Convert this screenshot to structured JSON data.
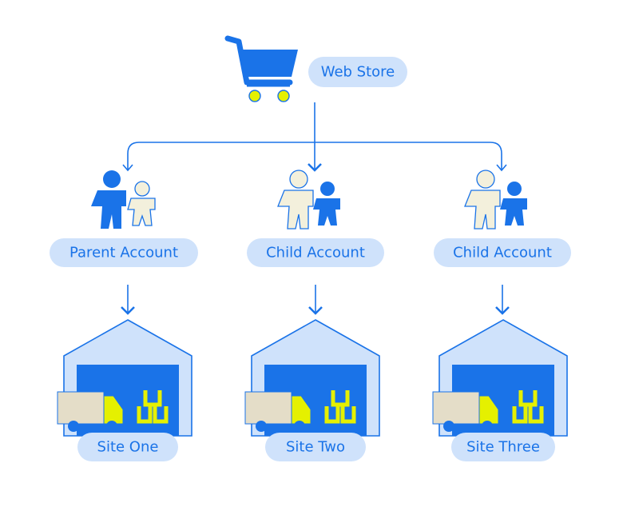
{
  "colors": {
    "primary": "#1a73e8",
    "pill": "#cfe2fb",
    "light_figure": "#f3f0dc",
    "accent_yellow": "#e5f000",
    "truck_body": "#e4ddc8",
    "warehouse_fill": "#cfe2fb",
    "warehouse_door": "#1a73e8"
  },
  "web_store": {
    "label": "Web Store",
    "icon": "shopping-cart-icon"
  },
  "accounts": [
    {
      "label": "Parent Account",
      "icon": "people-icon"
    },
    {
      "label": "Child Account",
      "icon": "people-icon"
    },
    {
      "label": "Child Account",
      "icon": "people-icon"
    }
  ],
  "sites": [
    {
      "label": "Site One",
      "icon": "warehouse-icon"
    },
    {
      "label": "Site Two",
      "icon": "warehouse-icon"
    },
    {
      "label": "Site Three",
      "icon": "warehouse-icon"
    }
  ]
}
